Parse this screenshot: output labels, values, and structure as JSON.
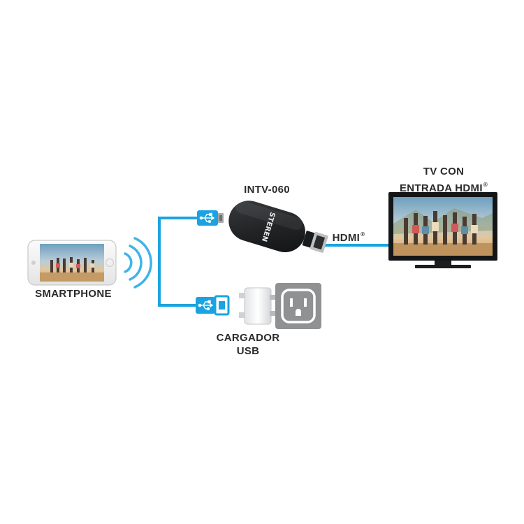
{
  "labels": {
    "device_model": "INTV-060",
    "tv_line1": "TV CON",
    "tv_line2": "ENTRADA HDMI",
    "registered_mark": "®",
    "hdmi": "HDMI",
    "smartphone": "SMARTPHONE",
    "charger_line1": "CARGADOR",
    "charger_line2": "USB"
  },
  "logo_text": "STEREN",
  "colors": {
    "cable": "#1aa3e0",
    "dongle": "#222426",
    "wifi_wave": "#3db4ea",
    "outlet": "#8f9193",
    "text": "#2b2b2b"
  },
  "icons": [
    "smartphone-icon",
    "wifi-signal-icon",
    "usb-connector-icon",
    "micro-usb-connector-icon",
    "hdmi-dongle-icon",
    "tv-icon",
    "usb-charger-icon",
    "power-outlet-icon"
  ]
}
